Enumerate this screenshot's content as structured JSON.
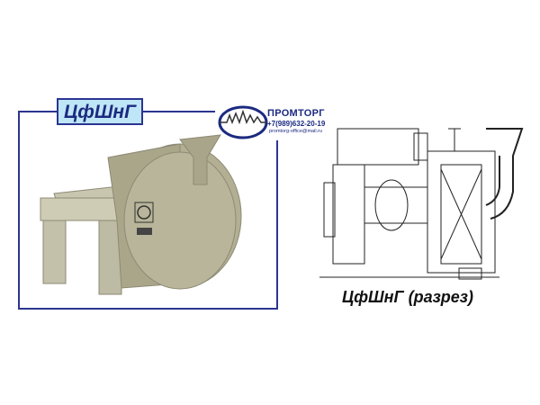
{
  "product_label": "ЦфШнГ",
  "logo": {
    "name": "ПРОМТОРГ",
    "phone": "+7(989)632-20-19",
    "email": "promtorg-office@mail.ru"
  },
  "drawing_caption": "ЦфШнГ (разрез)",
  "colors": {
    "frame": "#2b3590",
    "label_fill": "#bfe6f6",
    "machine": "#b9b59a"
  }
}
